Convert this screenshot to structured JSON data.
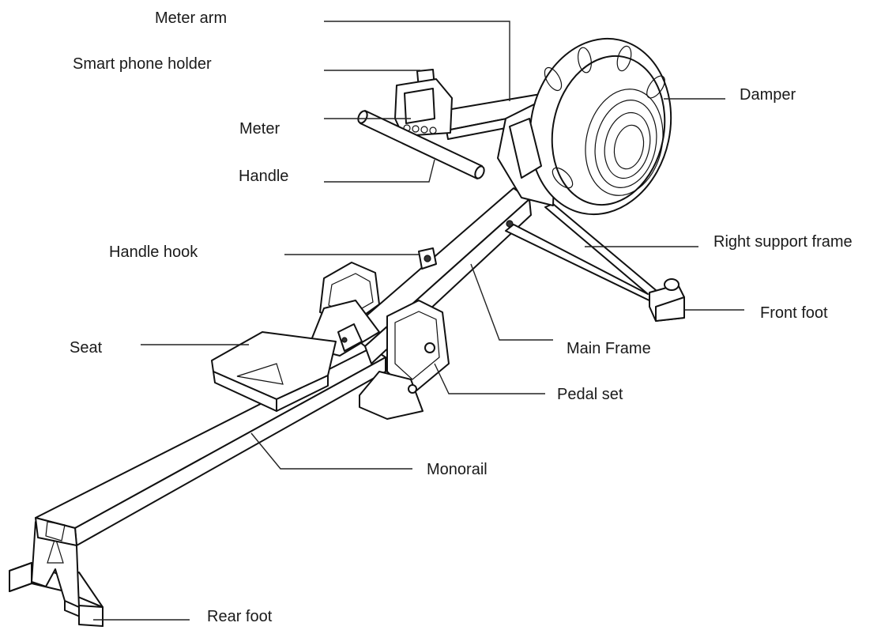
{
  "labels": {
    "meter_arm": "Meter arm",
    "smart_phone_holder": "Smart phone holder",
    "meter": "Meter",
    "handle": "Handle",
    "handle_hook": "Handle hook",
    "seat": "Seat",
    "damper": "Damper",
    "right_support_frame": "Right support frame",
    "front_foot": "Front foot",
    "main_frame": "Main Frame",
    "pedal_set": "Pedal set",
    "monorail": "Monorail",
    "rear_foot": "Rear foot"
  }
}
